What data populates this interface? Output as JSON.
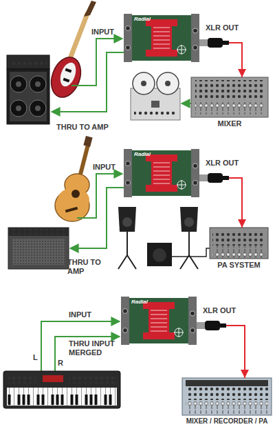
{
  "diagram": {
    "nodes": [
      {
        "text": [
          "Radial"
        ]
      },
      {
        "text": [
          "MIXER"
        ]
      },
      {
        "text": [
          "Radial"
        ]
      },
      {
        "text": [
          "PA SYSTEM"
        ]
      },
      {
        "text": [
          "Radial"
        ]
      },
      {
        "text": [
          "MIXER / RECORDER / PA"
        ]
      }
    ],
    "edges": [
      {
        "from": 0,
        "to": 1,
        "arrow": "to",
        "label": "XLR OUT"
      },
      {
        "from": 2,
        "to": 3,
        "arrow": "to",
        "label": "XLR OUT"
      },
      {
        "from": 4,
        "to": 5,
        "arrow": "to",
        "label": "XLR OUT"
      }
    ],
    "labels": [
      "INPUT",
      "THRU TO AMP",
      "INPUT",
      "THRU TO AMP",
      "INPUT",
      "THRU INPUT MERGED",
      "L",
      "R"
    ]
  }
}
